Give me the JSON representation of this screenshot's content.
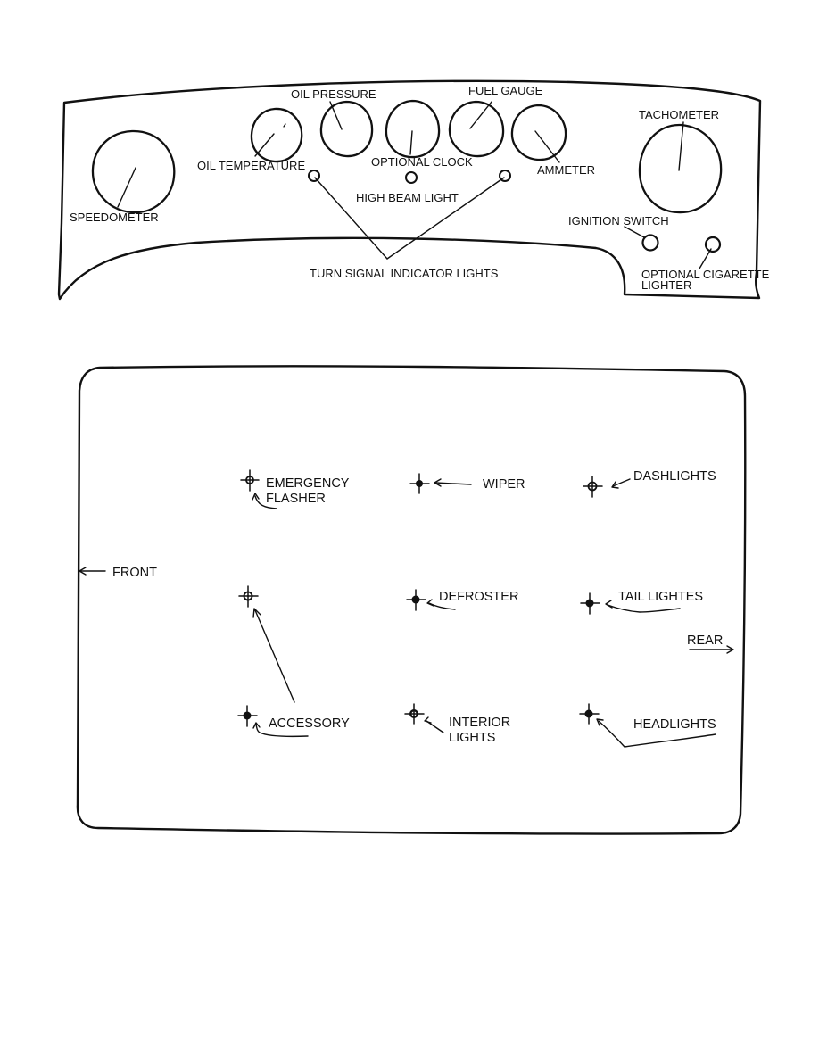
{
  "colors": {
    "ink": "#111111",
    "paper": "#ffffff"
  },
  "dashboard": {
    "speedometer": "SPEEDOMETER",
    "oil_temperature": "OIL TEMPERATURE",
    "oil_pressure": "OIL PRESSURE",
    "fuel_gauge": "FUEL GAUGE",
    "optional_clock": "OPTIONAL CLOCK",
    "ammeter": "AMMETER",
    "tachometer": "TACHOMETER",
    "high_beam_light": "HIGH BEAM LIGHT",
    "turn_signal_indicator_lights": "TURN SIGNAL INDICATOR LIGHTS",
    "ignition_switch": "IGNITION SWITCH",
    "optional_cigarette_lighter_line1": "OPTIONAL CIGARETTE",
    "optional_cigarette_lighter_line2": "LIGHTER"
  },
  "switch_panel": {
    "front": "FRONT",
    "rear": "REAR",
    "emergency_flasher_line1": "EMERGENCY",
    "emergency_flasher_line2": "FLASHER",
    "wiper": "WIPER",
    "dashlights": "DASHLIGHTS",
    "defroster": "DEFROSTER",
    "tail_lights": "TAIL LIGHTES",
    "accessory": "ACCESSORY",
    "interior_lights_line1": "INTERIOR",
    "interior_lights_line2": "LIGHTS",
    "headlights": "HEADLIGHTS"
  }
}
